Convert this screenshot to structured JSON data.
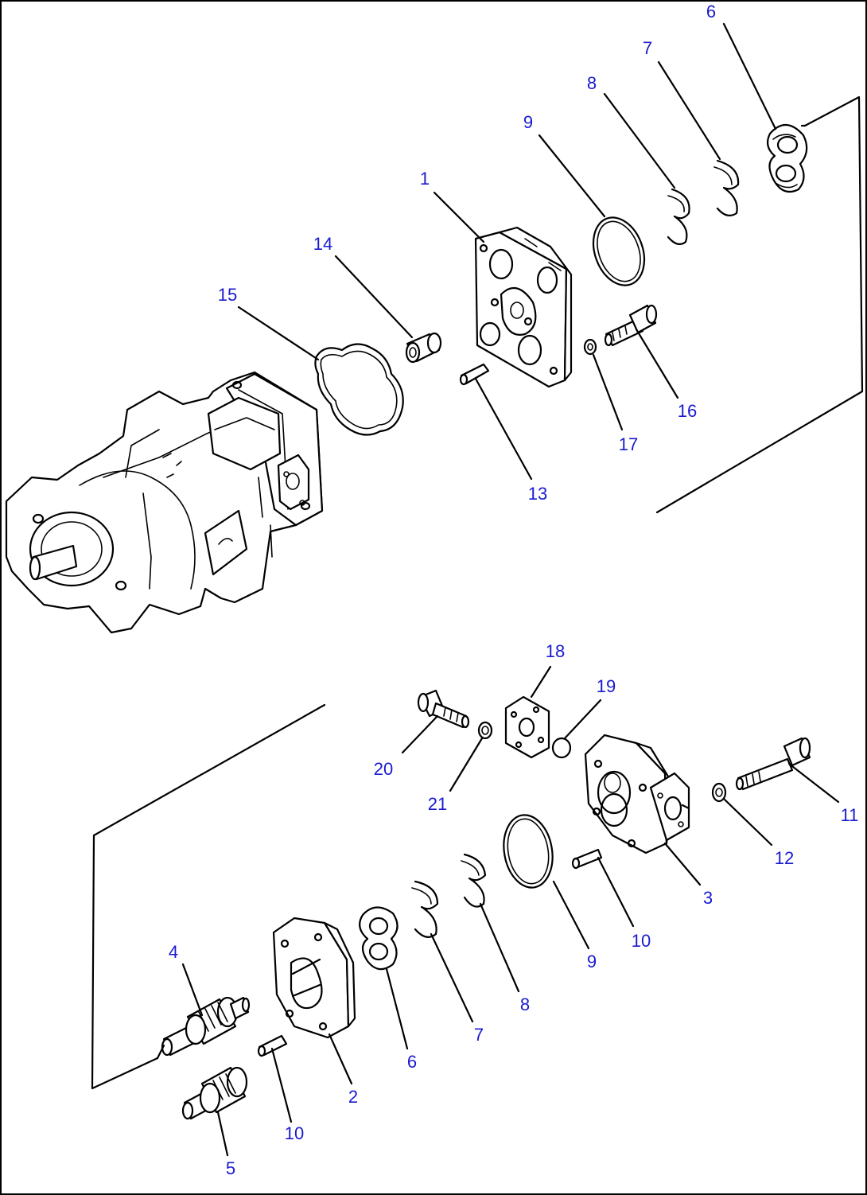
{
  "callouts": [
    {
      "id": "c6-top",
      "text": "6"
    },
    {
      "id": "c7-top",
      "text": "7"
    },
    {
      "id": "c8-top",
      "text": "8"
    },
    {
      "id": "c9-top",
      "text": "9"
    },
    {
      "id": "c1",
      "text": "1"
    },
    {
      "id": "c14",
      "text": "14"
    },
    {
      "id": "c15",
      "text": "15"
    },
    {
      "id": "c16",
      "text": "16"
    },
    {
      "id": "c17",
      "text": "17"
    },
    {
      "id": "c13",
      "text": "13"
    },
    {
      "id": "c18",
      "text": "18"
    },
    {
      "id": "c19",
      "text": "19"
    },
    {
      "id": "c20",
      "text": "20"
    },
    {
      "id": "c21",
      "text": "21"
    },
    {
      "id": "c11",
      "text": "11"
    },
    {
      "id": "c12",
      "text": "12"
    },
    {
      "id": "c3",
      "text": "3"
    },
    {
      "id": "c10-right",
      "text": "10"
    },
    {
      "id": "c9-bottom",
      "text": "9"
    },
    {
      "id": "c8-bottom",
      "text": "8"
    },
    {
      "id": "c7-bottom",
      "text": "7"
    },
    {
      "id": "c6-bottom",
      "text": "6"
    },
    {
      "id": "c4",
      "text": "4"
    },
    {
      "id": "c2",
      "text": "2"
    },
    {
      "id": "c10-left",
      "text": "10"
    },
    {
      "id": "c5",
      "text": "5"
    }
  ],
  "colors": {
    "callout_text": "#1a1ad0",
    "line_art": "#000000",
    "background": "#ffffff"
  }
}
